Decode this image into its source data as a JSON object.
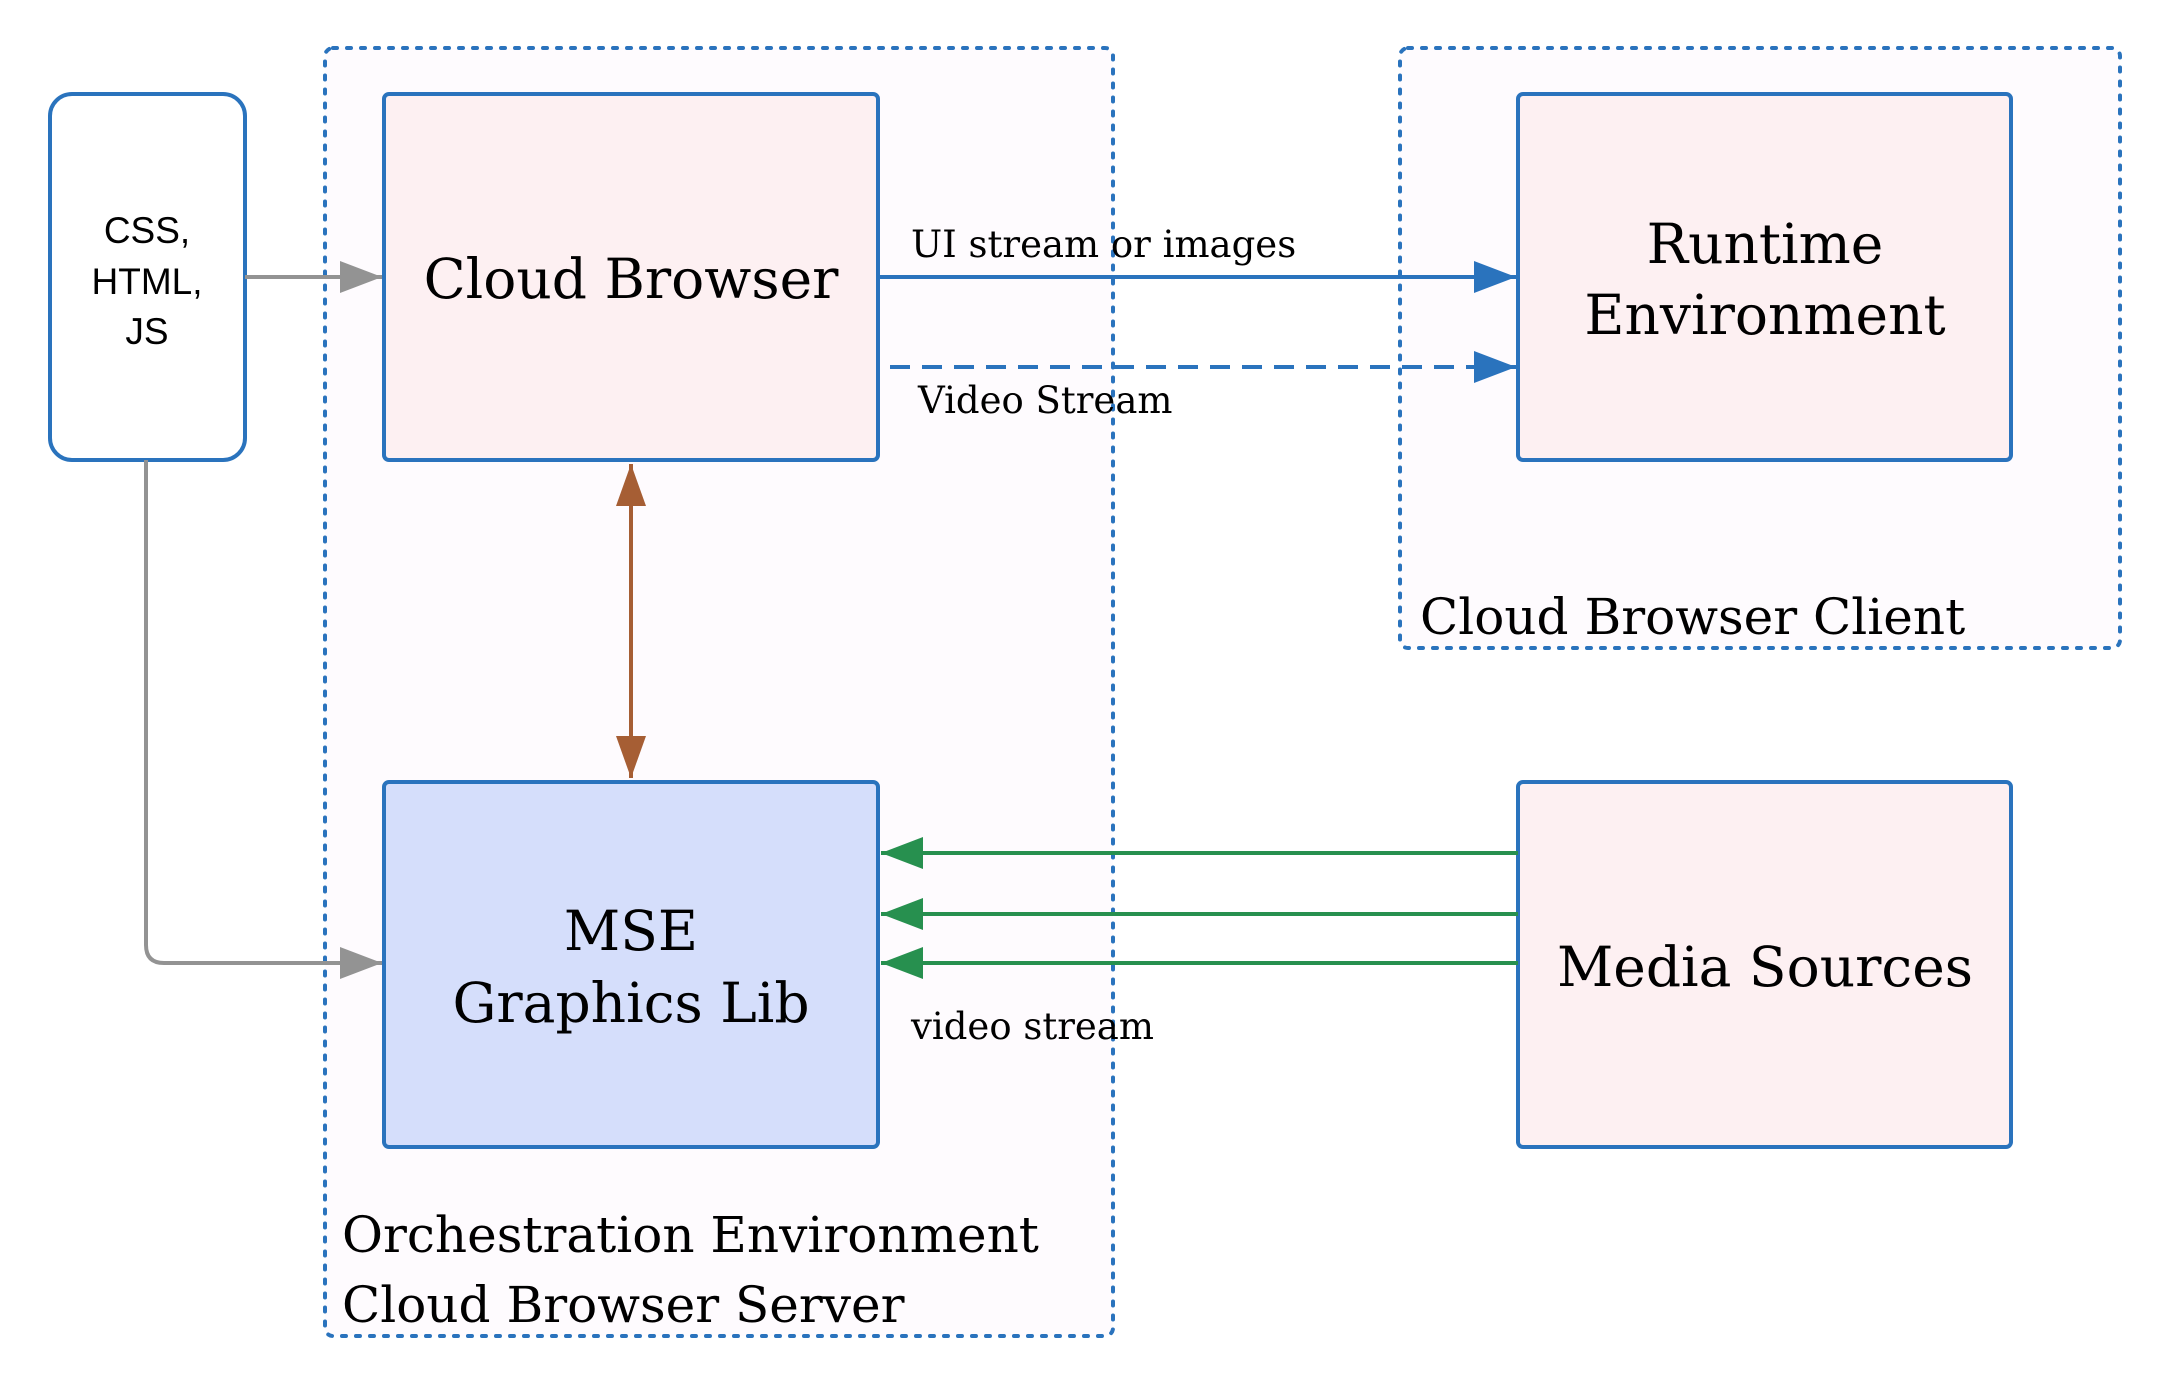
{
  "colors": {
    "box_stroke": "#2a73bd",
    "container_fill": "#fefbfe",
    "box_fill_pink": "#fdf0f2",
    "box_fill_blue": "#d5defb",
    "gray_arrow": "#939393",
    "blue_arrow": "#2a73bd",
    "brown_arrow": "#a65e34",
    "green_arrow": "#27904f",
    "text": "#000000"
  },
  "containers": {
    "server": {
      "label_line1": "Orchestration Environment",
      "label_line2": "Cloud Browser Server"
    },
    "client": {
      "label": "Cloud Browser Client"
    }
  },
  "nodes": {
    "source": {
      "line1": "CSS,",
      "line2": "HTML,",
      "line3": "JS"
    },
    "cloud_browser": {
      "label": "Cloud Browser"
    },
    "mse": {
      "line1": "MSE",
      "line2": "Graphics Lib"
    },
    "runtime": {
      "line1": "Runtime",
      "line2": "Environment"
    },
    "media": {
      "label": "Media Sources"
    }
  },
  "edges": {
    "ui_stream": {
      "label": "UI stream or images",
      "from": "Cloud Browser",
      "to": "Runtime Environment",
      "style": "solid"
    },
    "video_stream_out": {
      "label": "Video Stream",
      "from": "Cloud Browser",
      "to": "Runtime Environment",
      "style": "dashed"
    },
    "browser_mse": {
      "from": "Cloud Browser",
      "to": "MSE Graphics Lib",
      "style": "bidirectional"
    },
    "media_in": {
      "label": "video stream",
      "from": "Media Sources",
      "to": "MSE Graphics Lib",
      "count": 3
    },
    "source_to_browser": {
      "from": "CSS, HTML, JS",
      "to": "Cloud Browser"
    },
    "source_to_mse": {
      "from": "CSS, HTML, JS",
      "to": "MSE Graphics Lib"
    }
  }
}
